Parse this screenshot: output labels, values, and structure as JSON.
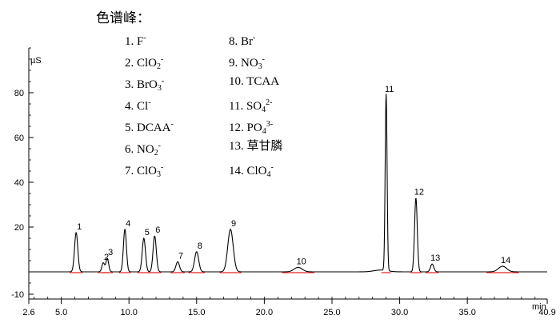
{
  "legend": {
    "title": "色谱峰：",
    "items": [
      {
        "num": "1.",
        "base": "F",
        "sub": "",
        "sup": "-"
      },
      {
        "num": "2.",
        "base": "ClO",
        "sub": "2",
        "sup": "-"
      },
      {
        "num": "3.",
        "base": "BrO",
        "sub": "3",
        "sup": "-"
      },
      {
        "num": "4.",
        "base": "Cl",
        "sub": "",
        "sup": "-"
      },
      {
        "num": "5.",
        "base": "DCAA",
        "sub": "",
        "sup": "-"
      },
      {
        "num": "6.",
        "base": "NO",
        "sub": "2",
        "sup": "-"
      },
      {
        "num": "7.",
        "base": "ClO",
        "sub": "3",
        "sup": "-"
      },
      {
        "num": "8.",
        "base": "Br",
        "sub": "",
        "sup": "-"
      },
      {
        "num": "9.",
        "base": "NO",
        "sub": "3",
        "sup": "-"
      },
      {
        "num": "10.",
        "base": "TCAA",
        "sub": "",
        "sup": ""
      },
      {
        "num": "11.",
        "base": "SO",
        "sub": "4",
        "sup": "2-"
      },
      {
        "num": "12.",
        "base": "PO",
        "sub": "4",
        "sup": "3-"
      },
      {
        "num": "13.",
        "base": "草甘膦",
        "sub": "",
        "sup": ""
      },
      {
        "num": "14.",
        "base": "ClO",
        "sub": "4",
        "sup": "-"
      }
    ]
  },
  "chart_data": {
    "type": "line",
    "ylabel": "µS",
    "xlabel": "min",
    "xlim": [
      2.6,
      40.9
    ],
    "ylim": [
      -10,
      100
    ],
    "x_ticks": [
      "2.6",
      "5.0",
      "10.0",
      "15.0",
      "20.0",
      "25.0",
      "30.0",
      "35.0",
      "40.9"
    ],
    "x_tick_values": [
      2.6,
      5.0,
      10.0,
      15.0,
      20.0,
      25.0,
      30.0,
      35.0,
      40.9
    ],
    "y_ticks": [
      "-10",
      "20",
      "40",
      "60",
      "80"
    ],
    "y_tick_values": [
      -10,
      20,
      40,
      60,
      80
    ],
    "baseline": 0,
    "series_color": "#000000",
    "integration_color": "#e02020",
    "peaks": [
      {
        "label": "1",
        "rt": 6.1,
        "height": 17.5,
        "width": 0.12
      },
      {
        "label": "2",
        "rt": 8.1,
        "height": 4.0,
        "width": 0.1
      },
      {
        "label": "3",
        "rt": 8.4,
        "height": 6.0,
        "width": 0.1
      },
      {
        "label": "4",
        "rt": 9.7,
        "height": 19.0,
        "width": 0.11
      },
      {
        "label": "5",
        "rt": 11.1,
        "height": 15.0,
        "width": 0.12
      },
      {
        "label": "6",
        "rt": 11.9,
        "height": 16.0,
        "width": 0.12
      },
      {
        "label": "7",
        "rt": 13.6,
        "height": 4.5,
        "width": 0.13
      },
      {
        "label": "8",
        "rt": 15.0,
        "height": 9.0,
        "width": 0.15
      },
      {
        "label": "9",
        "rt": 17.5,
        "height": 19.0,
        "width": 0.2
      },
      {
        "label": "10",
        "rt": 22.5,
        "height": 2.0,
        "width": 0.3
      },
      {
        "label": "11",
        "rt": 29.0,
        "height": 79.0,
        "width": 0.07
      },
      {
        "label": "12",
        "rt": 31.2,
        "height": 33.0,
        "width": 0.1
      },
      {
        "label": "13",
        "rt": 32.4,
        "height": 3.5,
        "width": 0.12
      },
      {
        "label": "14",
        "rt": 37.6,
        "height": 2.5,
        "width": 0.3
      }
    ]
  }
}
